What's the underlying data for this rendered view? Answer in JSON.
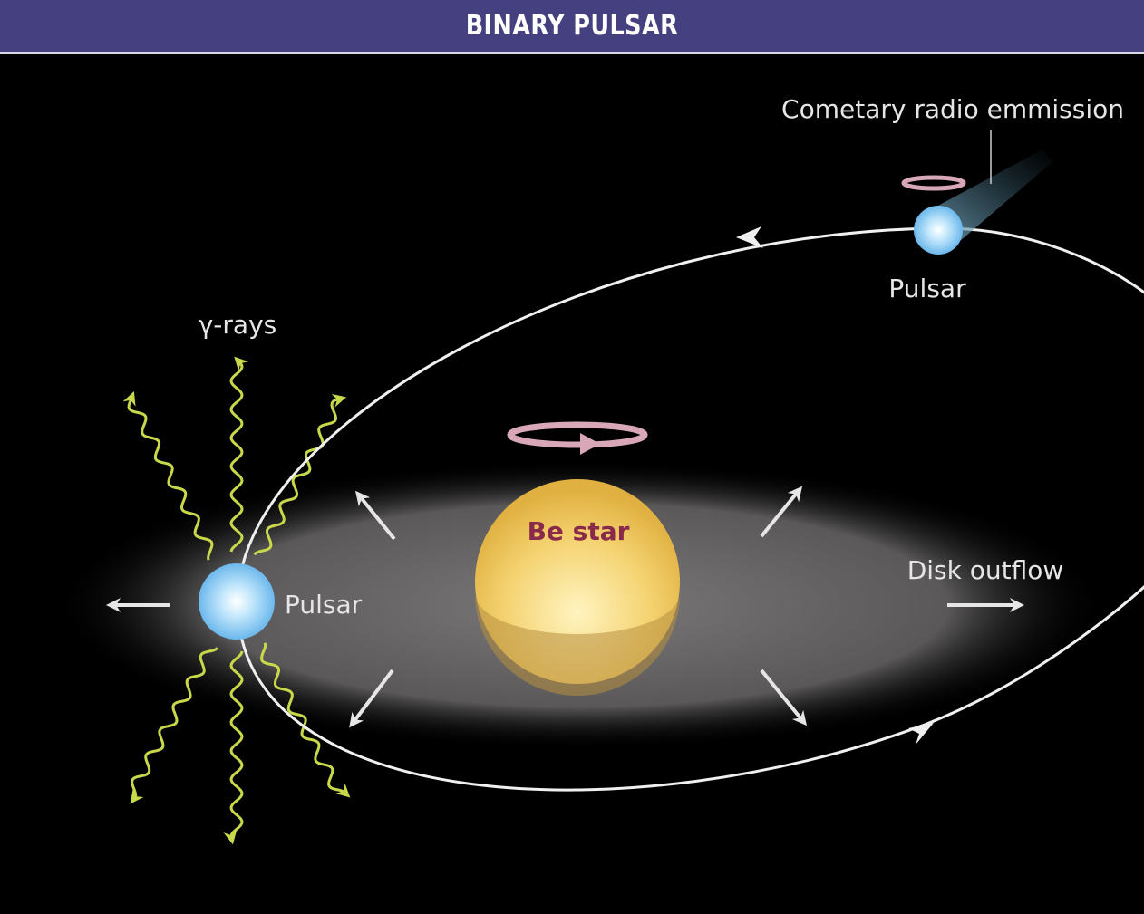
{
  "title": "BINARY PULSAR",
  "labels": {
    "cometary": "Cometary radio emmission",
    "pulsar_top": "Pulsar",
    "pulsar_left": "Pulsar",
    "gamma_rays": "γ-rays",
    "be_star": "Be star",
    "disk_outflow": "Disk outflow"
  },
  "colors": {
    "header": "#45407f",
    "gamma": "#c8d84a",
    "star": "#f0cc60",
    "star_label": "#8a2a4a",
    "pulsar": "#a8dcf8",
    "ring": "#d8a8b8"
  }
}
